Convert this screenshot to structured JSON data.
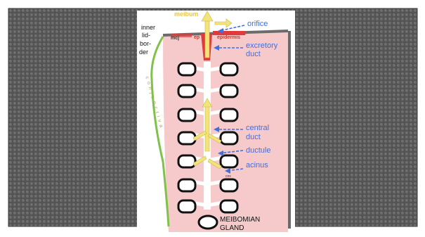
{
  "diagram": {
    "labels": {
      "meibum": "meibum",
      "orifice": "orifice",
      "inner_lid_border": [
        "inner",
        "lid-",
        "bor-",
        "der"
      ],
      "mcj": "mcj",
      "ep": "ep",
      "epidermis": "epidermis",
      "excretory_duct": [
        "excretory",
        "duct"
      ],
      "conjunctiva": "conjunctiva",
      "central_duct": [
        "central",
        "duct"
      ],
      "ductule": "ductule",
      "acinus": "acinus",
      "cnx": "cnx",
      "meibomian_gland": [
        "MEIBOMIAN",
        "GLAND"
      ]
    },
    "colors": {
      "tarsus_fill": "#f6caca",
      "duct_white": "#ffffff",
      "epithelium_red": "#e23a3a",
      "arrow_yellow": "#f2e37a",
      "label_blue": "#3f6fe0",
      "conjunctiva_green": "#7fc24a",
      "edge_grey": "#6b6b6b",
      "slide_background": "#5a5a5a"
    }
  }
}
